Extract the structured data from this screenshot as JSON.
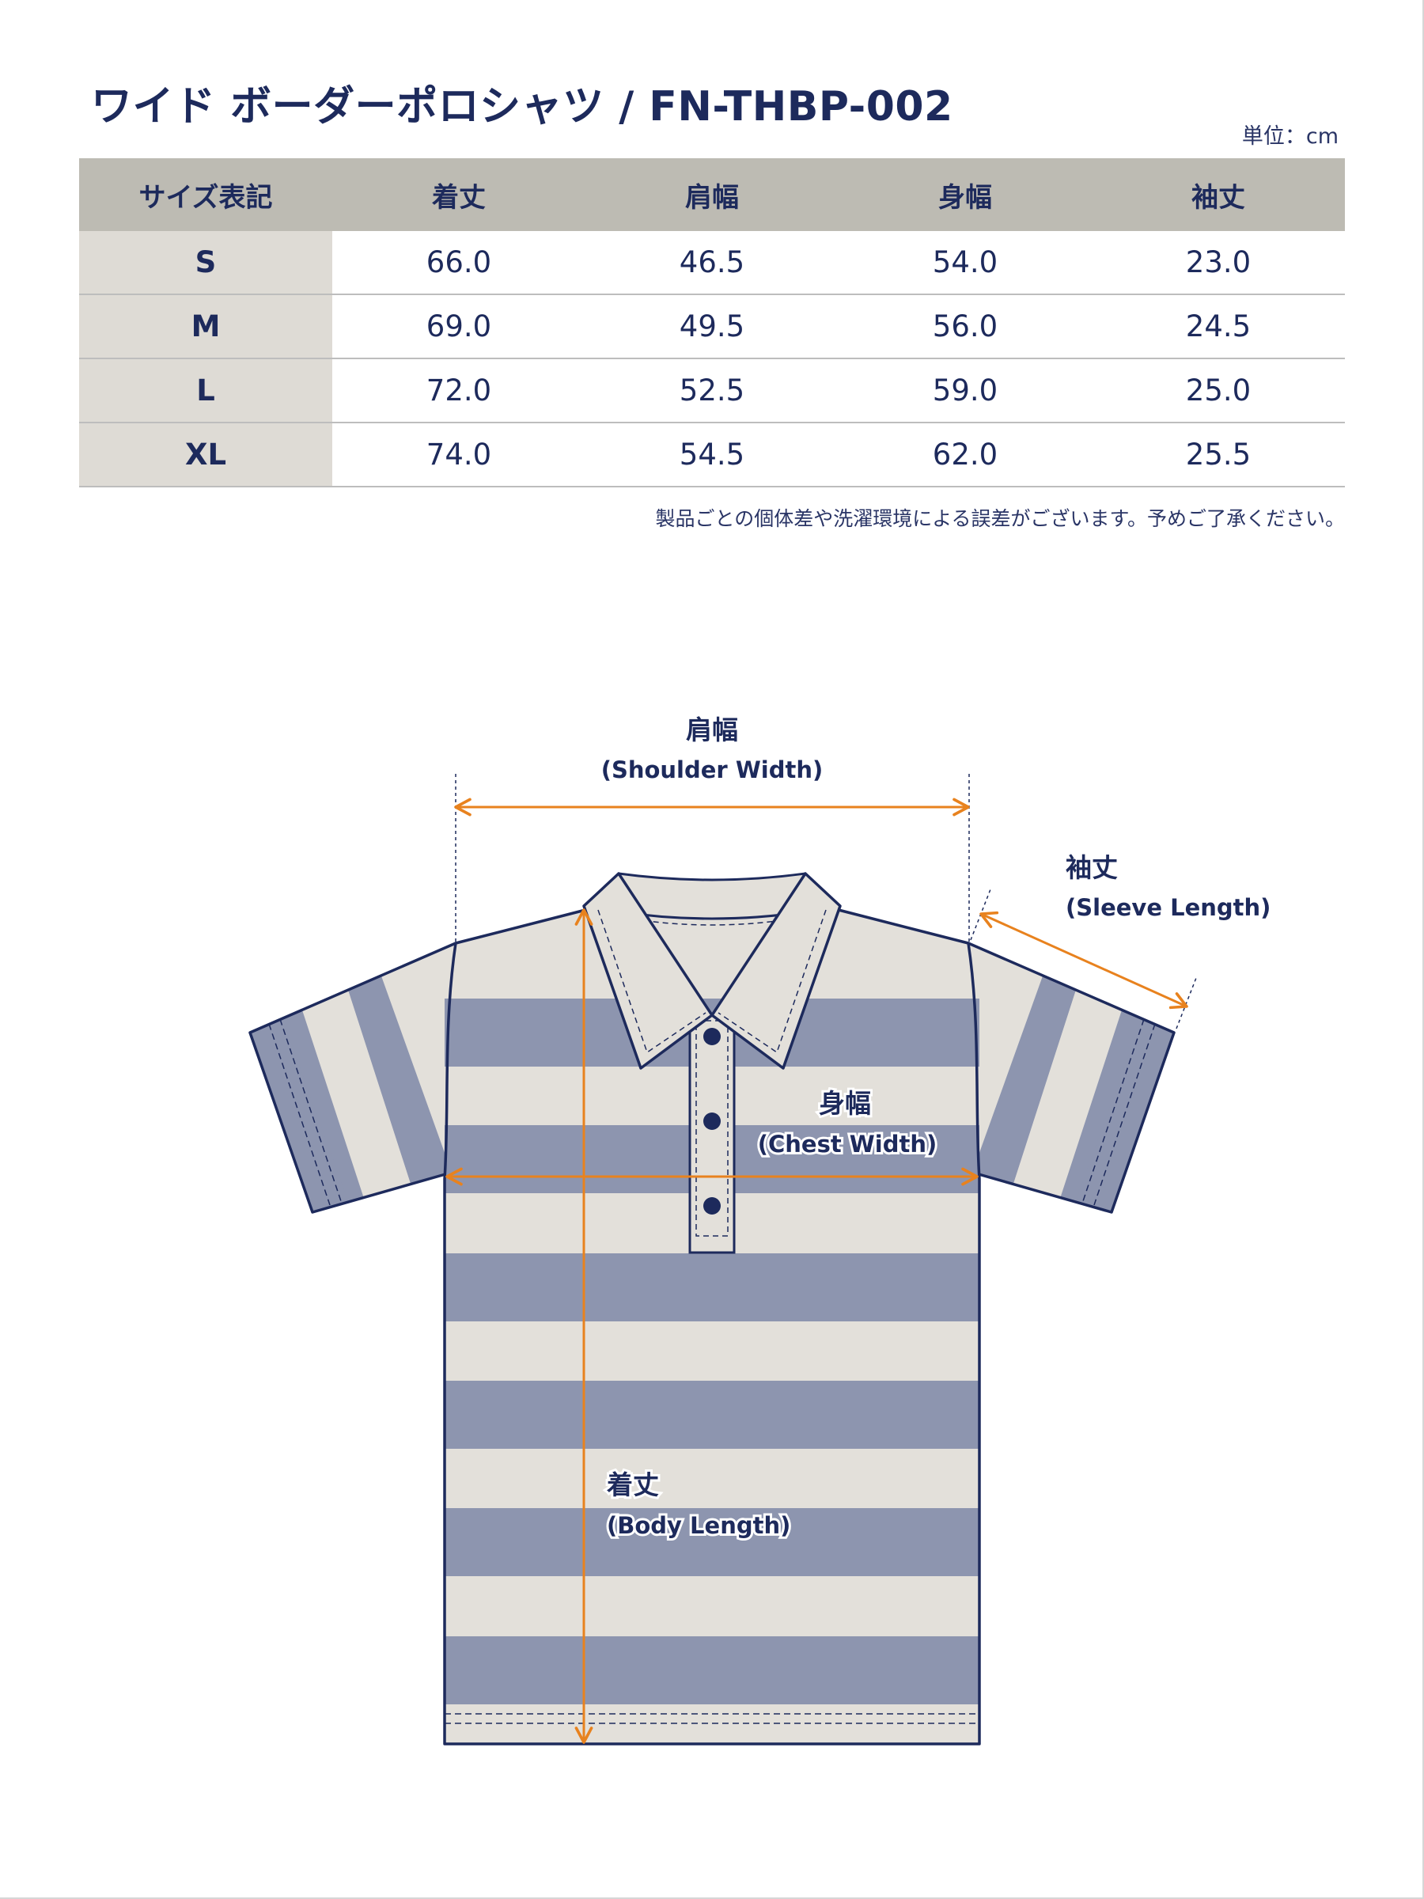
{
  "title": "ワイド ボーダーポロシャツ / FN-THBP-002",
  "unit": "単位：cm",
  "table": {
    "headers": [
      "サイズ表記",
      "着丈",
      "肩幅",
      "身幅",
      "袖丈"
    ],
    "rows": [
      {
        "size": "S",
        "values": [
          "66.0",
          "46.5",
          "54.0",
          "23.0"
        ]
      },
      {
        "size": "M",
        "values": [
          "69.0",
          "49.5",
          "56.0",
          "24.5"
        ]
      },
      {
        "size": "L",
        "values": [
          "72.0",
          "52.5",
          "59.0",
          "25.0"
        ]
      },
      {
        "size": "XL",
        "values": [
          "74.0",
          "54.5",
          "62.0",
          "25.5"
        ]
      }
    ]
  },
  "note": "製品ごとの個体差や洗濯環境による誤差がございます。予めご了承ください。",
  "diagram": {
    "shoulder": {
      "jp": "肩幅",
      "en": "(Shoulder Width)"
    },
    "sleeve": {
      "jp": "袖丈",
      "en": "(Sleeve Length)"
    },
    "chest": {
      "jp": "身幅",
      "en": "(Chest Width)"
    },
    "body": {
      "jp": "着丈",
      "en": "(Body Length)"
    }
  },
  "colors": {
    "navy": "#1d2a5c",
    "stripe_light": "#e3e0da",
    "stripe_blue": "#8d95af",
    "arrow": "#e8821e",
    "header_bg": "#bdbbb3",
    "size_col_bg": "#dedbd5"
  }
}
